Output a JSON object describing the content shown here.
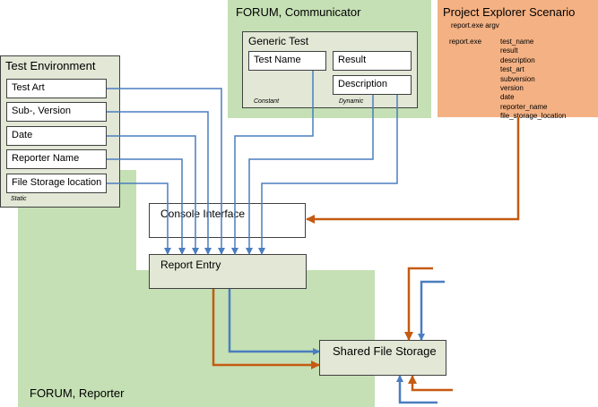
{
  "test_environment": {
    "title": "Test Environment",
    "fields": [
      "Test Art",
      "Sub-, Version",
      "Date",
      "Reporter Name",
      "File Storage location"
    ],
    "footer": "Static"
  },
  "communicator": {
    "title": "FORUM, Communicator",
    "generic_test": {
      "title": "Generic Test",
      "constant_fields": [
        "Test Name"
      ],
      "dynamic_fields": [
        "Result",
        "Description"
      ],
      "constant_label": "Constant",
      "dynamic_label": "Dynamic"
    }
  },
  "scenario": {
    "title": "Project Explorer Scenario",
    "command": "report.exe argv",
    "exe": "report.exe",
    "args": [
      "test_name",
      "result",
      "description",
      "test_art",
      "subversion",
      "version",
      "date",
      "reporter_name",
      "file_storage_location"
    ]
  },
  "reporter": {
    "title": "FORUM, Reporter",
    "console": "Console Interface",
    "report_entry": "Report Entry",
    "shared_storage": "Shared File Storage"
  },
  "colors": {
    "green": "#c5e0b4",
    "orange_panel": "#f4b183",
    "blue_line": "#4a7ebf",
    "orange_line": "#c55a11"
  }
}
